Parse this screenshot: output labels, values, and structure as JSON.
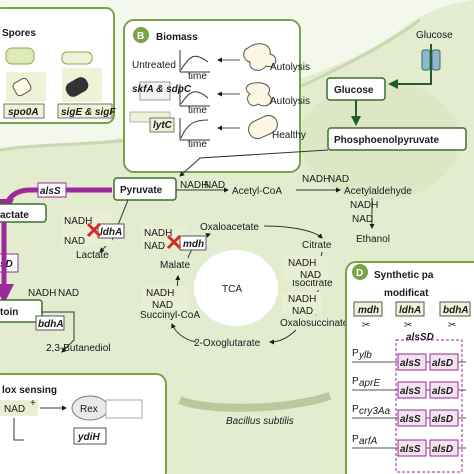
{
  "colors": {
    "cell_fill": "#e3eccf",
    "panel_fill": "#ffffff",
    "panel_border": "#7aa247",
    "node_border": "#3c6e2a",
    "green_arrow": "#1f5e2a",
    "purple": "#9a2a9a",
    "knockout": "#d62a2a",
    "cofactor_box": "#e8efd2",
    "tca_fill": "#ffffff"
  },
  "panels": {
    "spores": {
      "title": "Spores",
      "genes": [
        "spo0A",
        "sigE & sigF"
      ]
    },
    "biomass": {
      "letter": "B",
      "title": "Biomass",
      "rows": [
        {
          "label": "Untreated",
          "state": "Autolysis"
        },
        {
          "label": "skfA & sdpC",
          "state": "Autolysis"
        },
        {
          "label": "lytC",
          "state": "Healthy"
        }
      ],
      "axis_label": "time"
    },
    "synthetic": {
      "letter": "D",
      "title_line1": "Synthetic pa",
      "title_line2": "modificat",
      "knockouts": [
        "mdh",
        "ldhA",
        "bdhA"
      ],
      "operon_label": "alsSD",
      "promoters": [
        "P",
        "P",
        "P",
        "P"
      ],
      "promoter_subs": [
        "ylb",
        "aprE",
        "cry3Aa",
        "arfA"
      ],
      "gene_a": "alsS",
      "gene_b": "alsD"
    },
    "redox": {
      "title": "lox sensing",
      "nad": "NAD",
      "rex": "Rex",
      "ydih": "ydiH"
    }
  },
  "pathway": {
    "glucose_ext": "Glucose",
    "glucose_int": "Glucose",
    "pep": "Phosphoenolpyruvate",
    "pyruvate": "Pyruvate",
    "acetylcoa": "Acetyl-CoA",
    "acetylaldehyde": "Acetylaldehyde",
    "ethanol": "Ethanol",
    "lactate": "Lactate",
    "lactate_left": "actate",
    "acetoin_left": "toin",
    "sd_left": "sD",
    "als_s": "alsS",
    "ldha": "ldhA",
    "mdh": "mdh",
    "bdha": "bdhA",
    "oxaloacetate": "Oxaloacetate",
    "malate": "Malate",
    "citrate": "Citrate",
    "isocitrate": "Isocitrate",
    "oxalosuccinate": "Oxalosuccinate",
    "succinylcoa": "Succinyl-CoA",
    "oxoglutarate": "2-Oxoglutarate",
    "tca": "TCA",
    "butanediol": "2,3-Butanediol",
    "organism": "Bacillus subtilis",
    "nadh": "NADH",
    "nad": "NAD"
  }
}
